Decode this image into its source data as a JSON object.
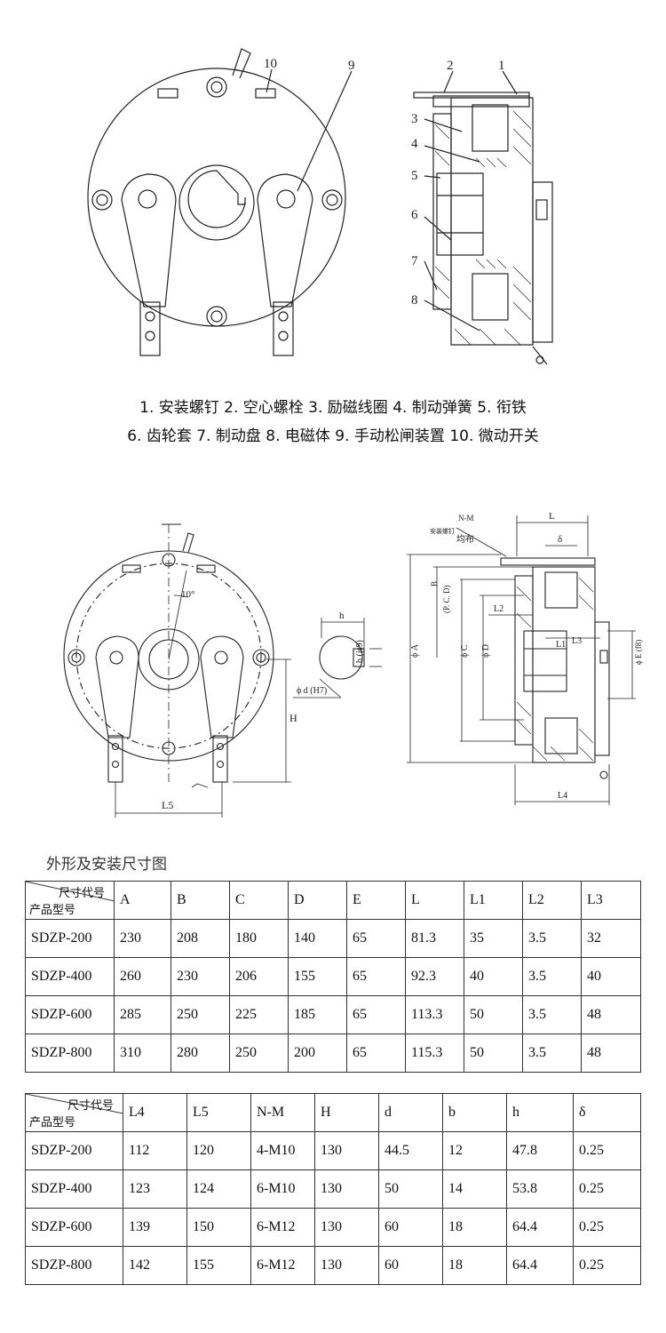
{
  "parts_drawing": {
    "callouts": [
      "1",
      "2",
      "3",
      "4",
      "5",
      "6",
      "7",
      "8",
      "9",
      "10"
    ]
  },
  "legend": {
    "line1": "1. 安装螺钉  2. 空心螺栓  3. 励磁线圈  4. 制动弹簧  5. 衔铁",
    "line2": "6. 齿轮套  7. 制动盘  8. 电磁体  9. 手动松闸装置  10. 微动开关"
  },
  "dim_drawing": {
    "angle": "10°",
    "l5": "L5",
    "h_left": "H",
    "key_h": "h",
    "key_b": "b (js9)",
    "key_d": "ϕ d (H7)",
    "nm": "N-M",
    "nm_label": "安装螺钉",
    "nm_even": "均布",
    "L": "L",
    "delta": "δ",
    "pcd": "(P. C. D)",
    "B": "B",
    "phiA": "ϕ A",
    "phiC": "ϕ C",
    "phiD": "ϕ D",
    "L1": "L1",
    "L2": "L2",
    "L3": "L3",
    "L4": "L4",
    "phiE": "ϕ E (f8)"
  },
  "caption": "外形及安装尺寸图",
  "table1": {
    "header_top": "尺寸代号",
    "header_bottom": "产品型号",
    "columns": [
      "A",
      "B",
      "C",
      "D",
      "E",
      "L",
      "L1",
      "L2",
      "L3"
    ],
    "rows": [
      {
        "model": "SDZP-200",
        "cells": [
          "230",
          "208",
          "180",
          "140",
          "65",
          "81.3",
          "35",
          "3.5",
          "32"
        ]
      },
      {
        "model": "SDZP-400",
        "cells": [
          "260",
          "230",
          "206",
          "155",
          "65",
          "92.3",
          "40",
          "3.5",
          "40"
        ]
      },
      {
        "model": "SDZP-600",
        "cells": [
          "285",
          "250",
          "225",
          "185",
          "65",
          "113.3",
          "50",
          "3.5",
          "48"
        ]
      },
      {
        "model": "SDZP-800",
        "cells": [
          "310",
          "280",
          "250",
          "200",
          "65",
          "115.3",
          "50",
          "3.5",
          "48"
        ]
      }
    ]
  },
  "table2": {
    "header_top": "尺寸代号",
    "header_bottom": "产品型号",
    "columns": [
      "L4",
      "L5",
      "N-M",
      "H",
      "d",
      "b",
      "h",
      "δ"
    ],
    "rows": [
      {
        "model": "SDZP-200",
        "cells": [
          "112",
          "120",
          "4-M10",
          "130",
          "44.5",
          "12",
          "47.8",
          "0.25"
        ]
      },
      {
        "model": "SDZP-400",
        "cells": [
          "123",
          "124",
          "6-M10",
          "130",
          "50",
          "14",
          "53.8",
          "0.25"
        ]
      },
      {
        "model": "SDZP-600",
        "cells": [
          "139",
          "150",
          "6-M12",
          "130",
          "60",
          "18",
          "64.4",
          "0.25"
        ]
      },
      {
        "model": "SDZP-800",
        "cells": [
          "142",
          "155",
          "6-M12",
          "130",
          "60",
          "18",
          "64.4",
          "0.25"
        ]
      }
    ]
  }
}
